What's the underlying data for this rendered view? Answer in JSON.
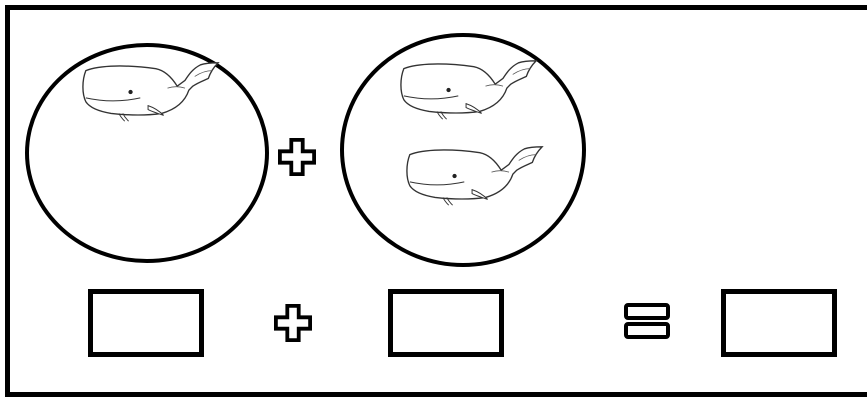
{
  "worksheet": {
    "type": "addition",
    "groups": [
      {
        "whale_count": 1,
        "icon": "whale-icon"
      },
      {
        "whale_count": 2,
        "icon": "whale-icon"
      }
    ],
    "operator_symbol": "plus-icon",
    "equals_symbol": "equals-icon",
    "answer_boxes": [
      "",
      "",
      ""
    ]
  },
  "colors": {
    "stroke": "#000000",
    "background": "#ffffff"
  }
}
